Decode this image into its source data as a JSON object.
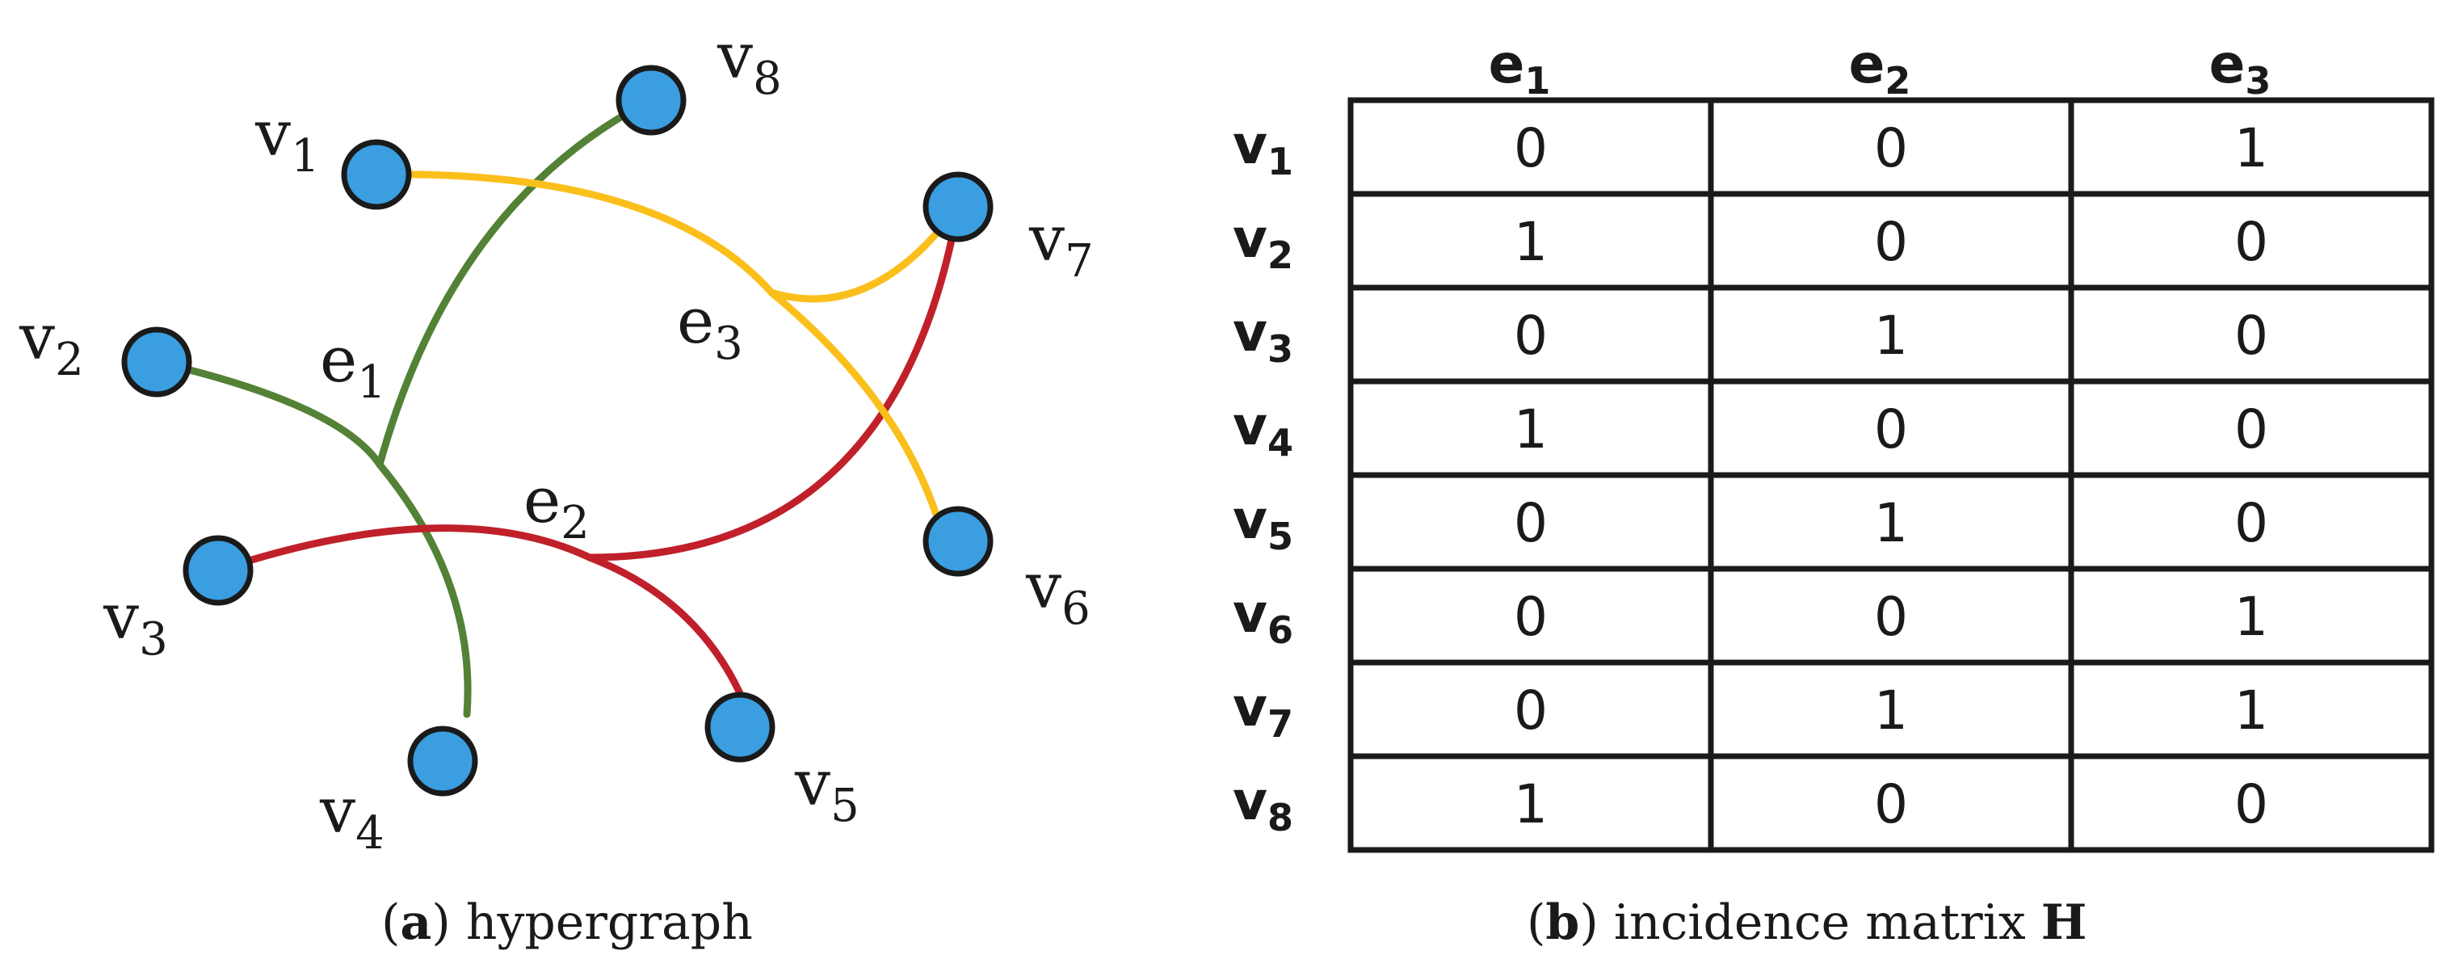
{
  "hypergraph": {
    "colors": {
      "e1": "#538135",
      "e2": "#c0202a",
      "e3": "#fbbf1c",
      "vertex": "#3a9ee0",
      "vertex_stroke": "#1a1a1a"
    },
    "vertices": [
      {
        "id": "v1",
        "letter": "v",
        "sub": "1"
      },
      {
        "id": "v2",
        "letter": "v",
        "sub": "2"
      },
      {
        "id": "v3",
        "letter": "v",
        "sub": "3"
      },
      {
        "id": "v4",
        "letter": "v",
        "sub": "4"
      },
      {
        "id": "v5",
        "letter": "v",
        "sub": "5"
      },
      {
        "id": "v6",
        "letter": "v",
        "sub": "6"
      },
      {
        "id": "v7",
        "letter": "v",
        "sub": "7"
      },
      {
        "id": "v8",
        "letter": "v",
        "sub": "8"
      }
    ],
    "edges": [
      {
        "id": "e1",
        "letter": "e",
        "sub": "1",
        "members": [
          "v2",
          "v4",
          "v8"
        ]
      },
      {
        "id": "e2",
        "letter": "e",
        "sub": "2",
        "members": [
          "v3",
          "v5",
          "v7"
        ]
      },
      {
        "id": "e3",
        "letter": "e",
        "sub": "3",
        "members": [
          "v1",
          "v6",
          "v7"
        ]
      }
    ]
  },
  "matrix": {
    "columns": [
      {
        "letter": "e",
        "sub": "1"
      },
      {
        "letter": "e",
        "sub": "2"
      },
      {
        "letter": "e",
        "sub": "3"
      }
    ],
    "rows": [
      {
        "letter": "v",
        "sub": "1",
        "values": [
          "0",
          "0",
          "1"
        ]
      },
      {
        "letter": "v",
        "sub": "2",
        "values": [
          "1",
          "0",
          "0"
        ]
      },
      {
        "letter": "v",
        "sub": "3",
        "values": [
          "0",
          "1",
          "0"
        ]
      },
      {
        "letter": "v",
        "sub": "4",
        "values": [
          "1",
          "0",
          "0"
        ]
      },
      {
        "letter": "v",
        "sub": "5",
        "values": [
          "0",
          "1",
          "0"
        ]
      },
      {
        "letter": "v",
        "sub": "6",
        "values": [
          "0",
          "0",
          "1"
        ]
      },
      {
        "letter": "v",
        "sub": "7",
        "values": [
          "0",
          "1",
          "1"
        ]
      },
      {
        "letter": "v",
        "sub": "8",
        "values": [
          "1",
          "0",
          "0"
        ]
      }
    ]
  },
  "captions": {
    "a": {
      "tag": "a",
      "text": "hypergraph"
    },
    "b": {
      "tag": "b",
      "text": "incidence matrix",
      "symbol": "H"
    }
  }
}
